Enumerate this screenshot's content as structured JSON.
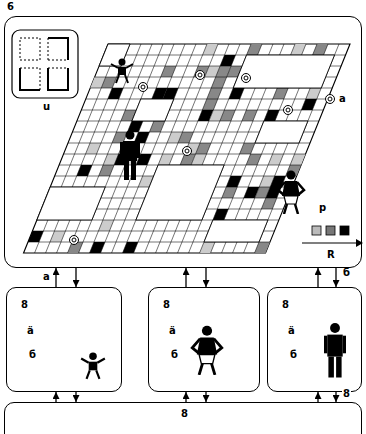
{
  "diagram": {
    "nodes": [
      {
        "text": [
          "6"
        ]
      },
      {
        "text": [
          "8",
          "ä",
          "б"
        ]
      },
      {
        "text": [
          "8",
          "ä",
          "б"
        ]
      },
      {
        "text": [
          "8",
          "ä",
          "б"
        ]
      },
      {
        "text": [
          "8"
        ]
      }
    ],
    "edges": [
      {
        "from": 1,
        "to": 0,
        "arrow": "to",
        "label": "a"
      },
      {
        "from": 0,
        "to": 1,
        "arrow": "to"
      },
      {
        "from": 4,
        "to": 1,
        "arrow": "to"
      },
      {
        "from": 1,
        "to": 4,
        "arrow": "to"
      },
      {
        "from": 2,
        "to": 0,
        "arrow": "to"
      },
      {
        "from": 0,
        "to": 2,
        "arrow": "to"
      },
      {
        "from": 4,
        "to": 2,
        "arrow": "to"
      },
      {
        "from": 2,
        "to": 4,
        "arrow": "to"
      },
      {
        "from": 3,
        "to": 0,
        "arrow": "to"
      },
      {
        "from": 0,
        "to": 3,
        "arrow": "to",
        "label": "б"
      },
      {
        "from": 4,
        "to": 3,
        "arrow": "to"
      },
      {
        "from": 3,
        "to": 4,
        "arrow": "to",
        "label": "8"
      }
    ],
    "labels": [
      "u",
      "a",
      "p",
      "R"
    ]
  }
}
